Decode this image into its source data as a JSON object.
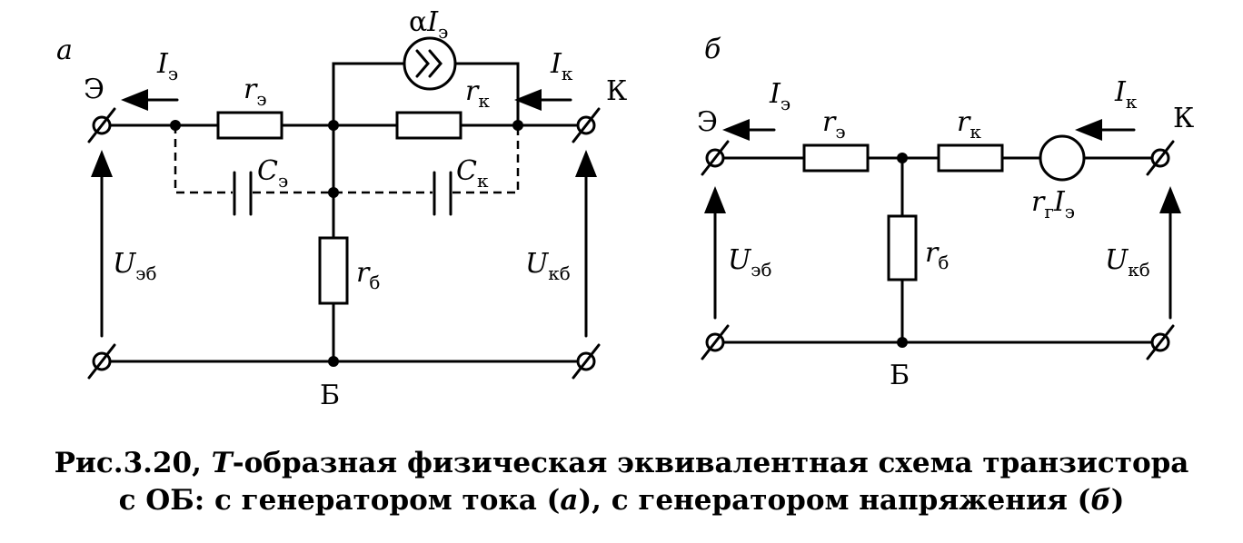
{
  "caption": {
    "line1_prefix": "Рис.3.20, ",
    "line1_T": "Т",
    "line1_rest": "-образная физическая эквивалентная схема транзистора",
    "line2_start": "с ОБ: с генератором тока (",
    "line2_a": "а",
    "line2_mid": "), с генератором напряжения (",
    "line2_b": "б",
    "line2_end": ")"
  },
  "panel_a": {
    "tag": "а",
    "emitter": "Э",
    "collector": "К",
    "base": "Б",
    "I_e": {
      "main": "I",
      "sub": "э"
    },
    "I_k": {
      "main": "I",
      "sub": "к"
    },
    "r_e": {
      "main": "r",
      "sub": "э"
    },
    "r_k": {
      "main": "r",
      "sub": "к"
    },
    "r_b": {
      "main": "r",
      "sub": "б"
    },
    "C_e": {
      "main": "C",
      "sub": "э"
    },
    "C_k": {
      "main": "C",
      "sub": "к"
    },
    "U_eb": {
      "main": "U",
      "sub": "эб"
    },
    "U_kb": {
      "main": "U",
      "sub": "кб"
    },
    "generator": {
      "alpha": "α",
      "main": "I",
      "sub": "э"
    }
  },
  "panel_b": {
    "tag": "б",
    "emitter": "Э",
    "collector": "К",
    "base": "Б",
    "I_e": {
      "main": "I",
      "sub": "э"
    },
    "I_k": {
      "main": "I",
      "sub": "к"
    },
    "r_e": {
      "main": "r",
      "sub": "э"
    },
    "r_k": {
      "main": "r",
      "sub": "к"
    },
    "r_b": {
      "main": "r",
      "sub": "б"
    },
    "U_eb": {
      "main": "U",
      "sub": "эб"
    },
    "U_kb": {
      "main": "U",
      "sub": "кб"
    },
    "generator": {
      "main1": "r",
      "sub1": "г",
      "main2": "I",
      "sub2": "э"
    }
  }
}
